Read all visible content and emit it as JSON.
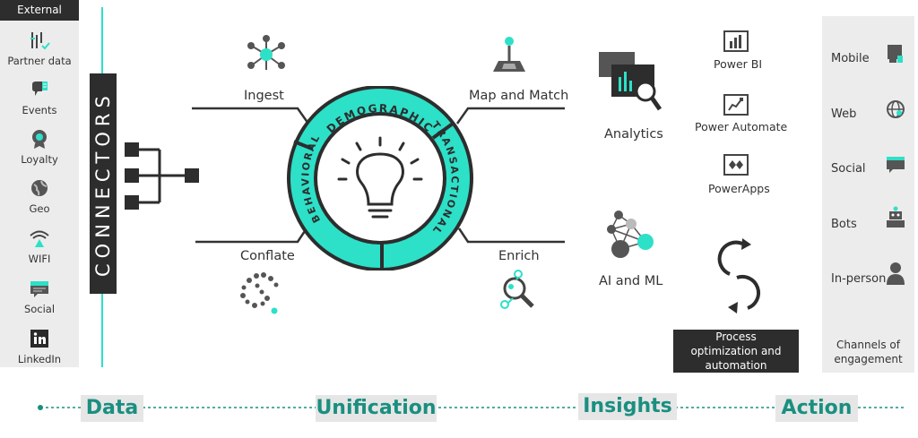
{
  "external": {
    "header": "External",
    "sources": [
      {
        "label": "Partner data",
        "icon": "partner-data-icon"
      },
      {
        "label": "Events",
        "icon": "events-icon"
      },
      {
        "label": "Loyalty",
        "icon": "loyalty-icon"
      },
      {
        "label": "Geo",
        "icon": "geo-icon"
      },
      {
        "label": "WIFI",
        "icon": "wifi-icon"
      },
      {
        "label": "Social",
        "icon": "social-icon"
      },
      {
        "label": "LinkedIn",
        "icon": "linkedin-icon"
      }
    ]
  },
  "connectors": {
    "label": "CONNECTORS"
  },
  "unification": {
    "steps": {
      "ingest": "Ingest",
      "map_match": "Map and Match",
      "conflate": "Conflate",
      "enrich": "Enrich"
    },
    "ring": {
      "top": "DEMOGRAPHIC",
      "right": "TRANSACTIONAL",
      "left": "BEHAVIORAL"
    }
  },
  "insights": {
    "analytics": "Analytics",
    "ai_ml": "AI and ML",
    "tools": {
      "power_bi": "Power BI",
      "power_automate": "Power Automate",
      "power_apps": "PowerApps"
    },
    "process_box": "Process optimization and automation"
  },
  "channels": {
    "items": [
      {
        "label": "Mobile",
        "icon": "mobile-icon"
      },
      {
        "label": "Web",
        "icon": "globe-icon"
      },
      {
        "label": "Social",
        "icon": "chat-icon"
      },
      {
        "label": "Bots",
        "icon": "bot-icon"
      },
      {
        "label": "In-person",
        "icon": "person-icon"
      }
    ],
    "caption": "Channels of engagement"
  },
  "timeline": {
    "phases": [
      "Data",
      "Unification",
      "Insights",
      "Action"
    ]
  },
  "colors": {
    "accent": "#2de0c8",
    "teal_text": "#1a8f80",
    "dark": "#2d2d2d",
    "panel": "#ececec"
  }
}
